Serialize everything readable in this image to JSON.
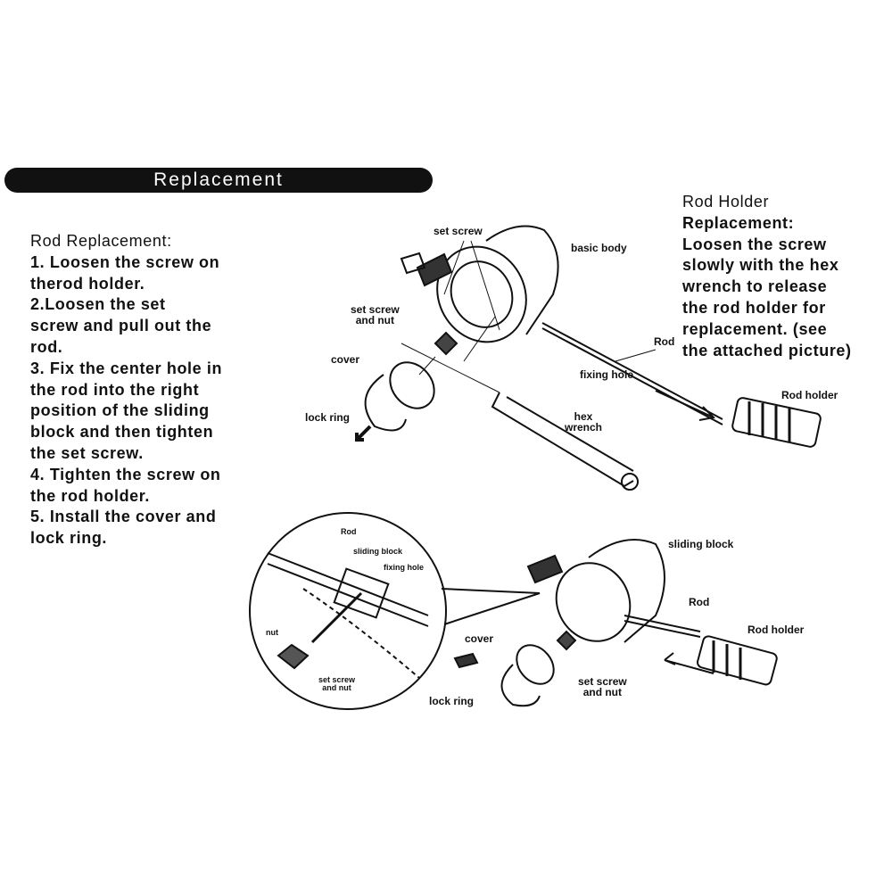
{
  "banner": {
    "title": "Replacement"
  },
  "rod_replacement": {
    "lines": [
      "Rod Replacement:",
      "1. Loosen the screw on",
      "therod holder.",
      "2.Loosen the set",
      "screw and pull out the",
      "rod.",
      "3. Fix the center hole in",
      "the rod into the right",
      "position of the sliding",
      "block and then tighten",
      "the set screw.",
      "4. Tighten the screw on",
      "the rod holder.",
      "5. Install the cover and",
      "lock ring."
    ]
  },
  "rod_holder_replacement": {
    "lines": [
      "Rod Holder",
      "Replacement:",
      "Loosen the screw",
      "slowly with the hex",
      "wrench to release",
      "the rod holder for",
      "replacement. (see",
      "the attached picture)"
    ]
  },
  "diagram_top": {
    "set_screw": "set screw",
    "basic_body": "basic body",
    "set_screw_nut": "set screw\nand nut",
    "cover": "cover",
    "lock_ring": "lock ring",
    "rod": "Rod",
    "fixing_hole": "fixing hole",
    "hex_wrench": "hex\nwrench",
    "rod_holder": "Rod holder"
  },
  "diagram_bottom": {
    "rod_detail": "Rod",
    "sliding_block_detail": "sliding block",
    "fixing_hole_detail": "fixing hole",
    "nut": "nut",
    "set_screw_nut_detail": "set screw\nand nut",
    "sliding_block": "sliding block",
    "rod": "Rod",
    "rod_holder": "Rod holder",
    "cover": "cover",
    "lock_ring": "lock ring",
    "set_screw_nut": "set screw\nand nut"
  }
}
